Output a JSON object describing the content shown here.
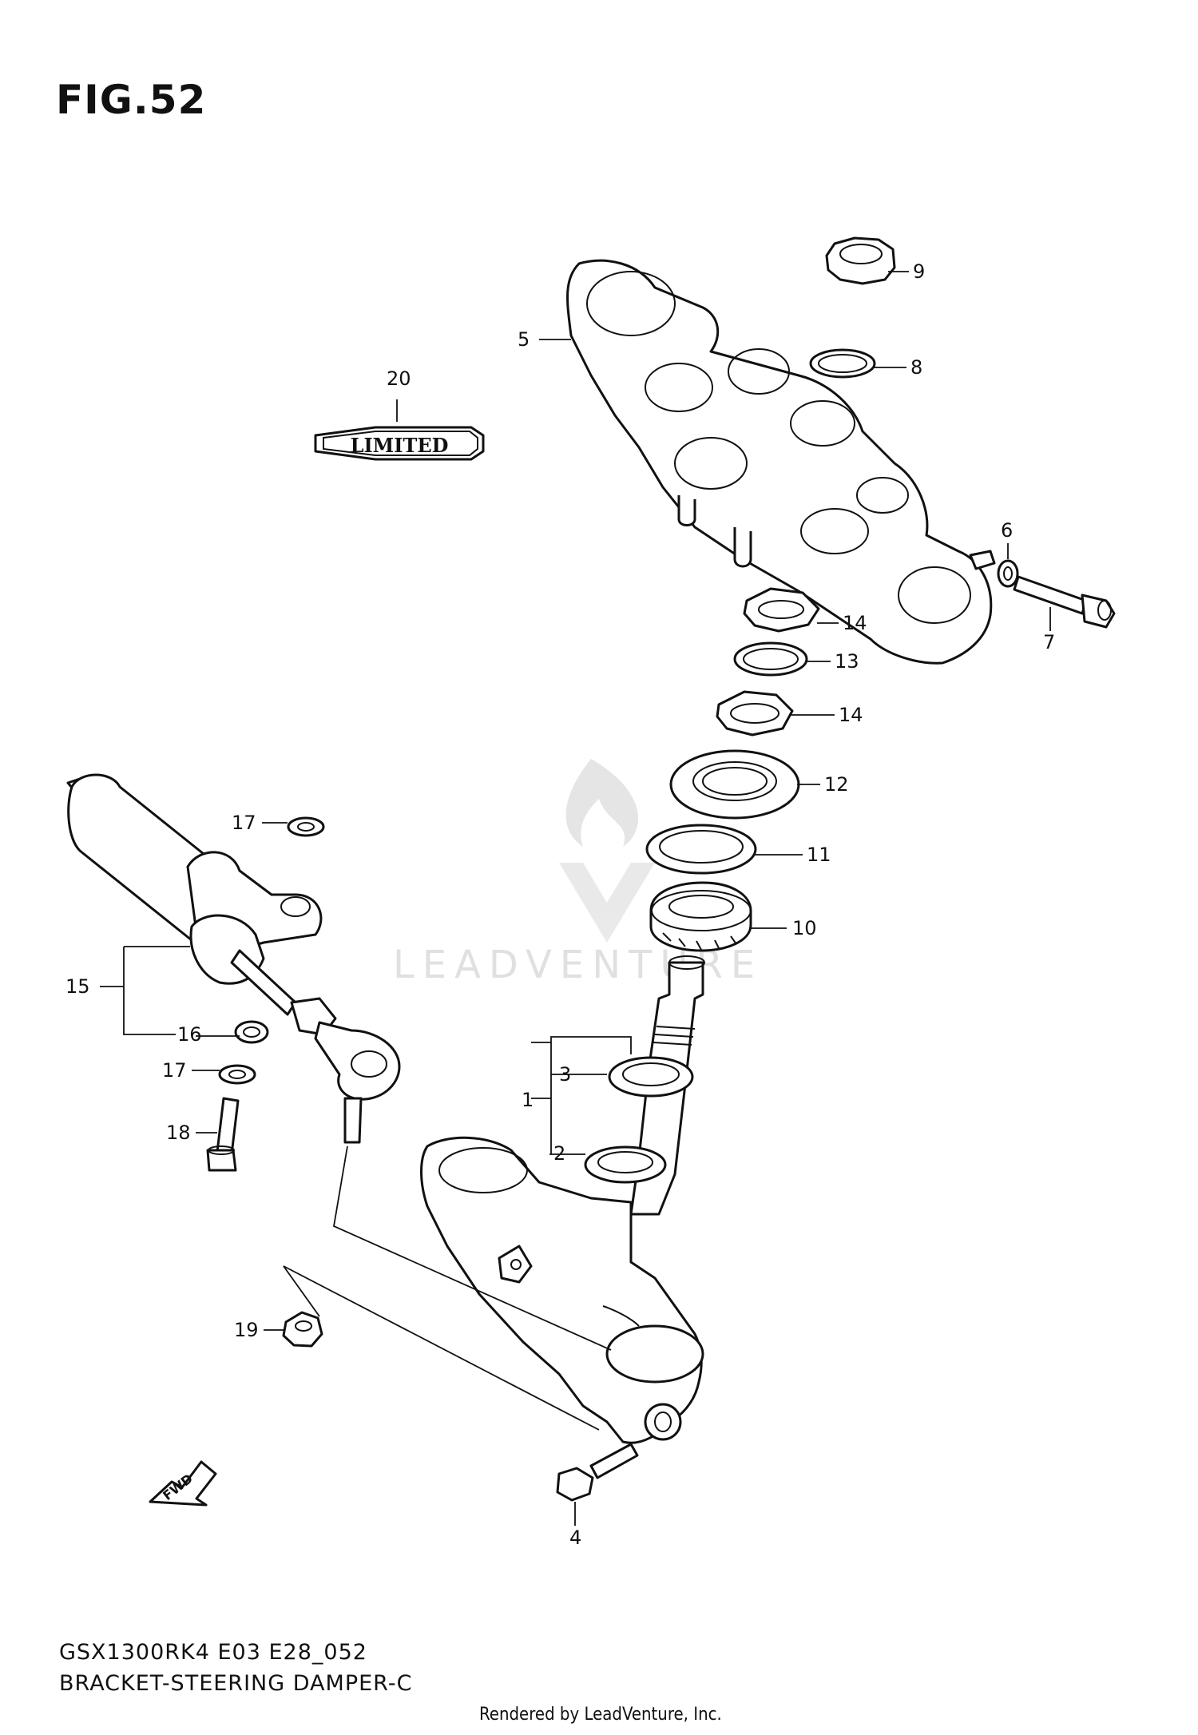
{
  "figure": {
    "title": "FIG.52",
    "model_code": "GSX1300RK4 E03 E28_052",
    "description": "BRACKET-STEERING DAMPER-C",
    "rendered_by": "Rendered by LeadVenture, Inc.",
    "watermark": "LEADVENTURE",
    "emblem_text": "LIMITED",
    "forward_arrow_text": "FWD"
  },
  "callouts": [
    "1",
    "2",
    "3",
    "4",
    "5",
    "6",
    "7",
    "8",
    "9",
    "10",
    "11",
    "12",
    "13",
    "14",
    "14",
    "15",
    "16",
    "17",
    "17",
    "18",
    "19",
    "20"
  ]
}
